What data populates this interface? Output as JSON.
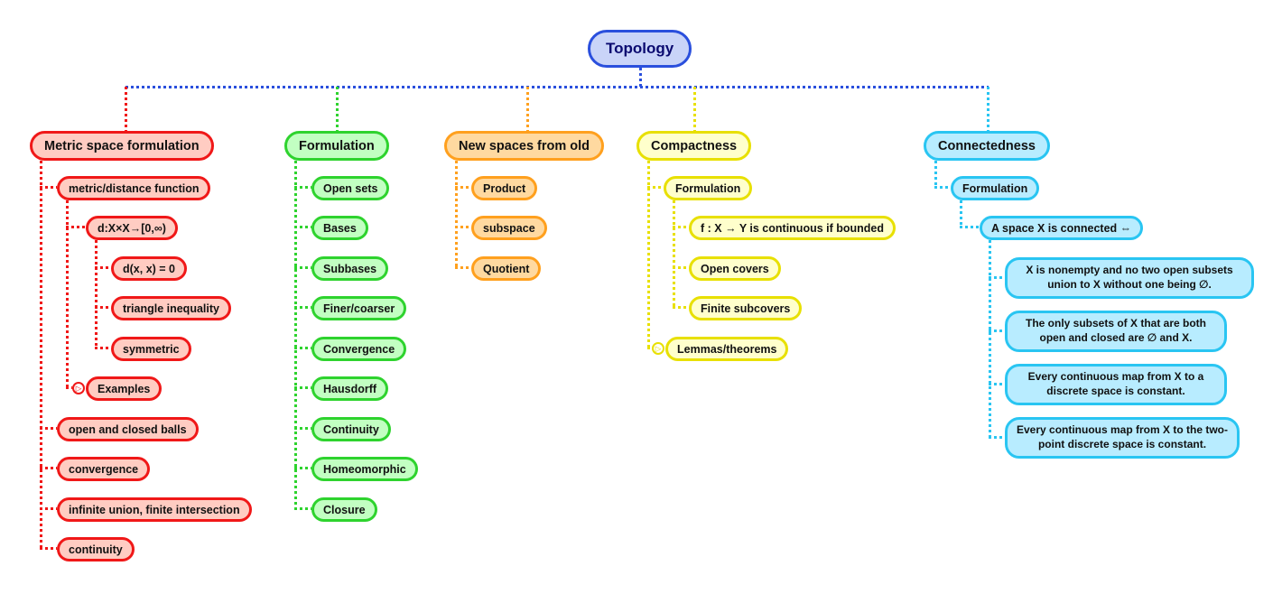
{
  "palette": {
    "connector_blue": "#2a4fdd",
    "root_fill": "#c9d4f8",
    "root_text": "#0a0a70"
  },
  "icons": {
    "collapsed": "▷"
  },
  "root": {
    "label": "Topology"
  },
  "branches": [
    {
      "label": "Metric space formulation",
      "color": "#f01818",
      "fill": "#ffccc2",
      "children": [
        {
          "label": "metric/distance function",
          "children": [
            {
              "label": "d:X×X→[0,∞)",
              "children": [
                {
                  "label": "d(x, x) = 0"
                },
                {
                  "label": "triangle inequality"
                },
                {
                  "label": "symmetric"
                }
              ]
            },
            {
              "label": "Examples",
              "collapsed": true
            }
          ]
        },
        {
          "label": "open and closed balls"
        },
        {
          "label": "convergence"
        },
        {
          "label": "infinite union, finite intersection"
        },
        {
          "label": "continuity"
        }
      ]
    },
    {
      "label": "Formulation",
      "color": "#2ed32e",
      "fill": "#c2ffc2",
      "children": [
        {
          "label": "Open sets"
        },
        {
          "label": "Bases"
        },
        {
          "label": "Subbases"
        },
        {
          "label": "Finer/coarser"
        },
        {
          "label": "Convergence"
        },
        {
          "label": "Hausdorff"
        },
        {
          "label": "Continuity"
        },
        {
          "label": "Homeomorphic"
        },
        {
          "label": "Closure"
        }
      ]
    },
    {
      "label": "New spaces from old",
      "color": "#ffa01e",
      "fill": "#ffd9a0",
      "children": [
        {
          "label": "Product"
        },
        {
          "label": "subspace"
        },
        {
          "label": "Quotient"
        }
      ]
    },
    {
      "label": "Compactness",
      "color": "#e8e000",
      "fill": "#ffffcc",
      "children": [
        {
          "label": "Formulation",
          "children": [
            {
              "label": "f : X → Y is continuous if bounded"
            },
            {
              "label": "Open covers"
            },
            {
              "label": "Finite subcovers"
            }
          ]
        },
        {
          "label": "Lemmas/theorems",
          "collapsed": true
        }
      ]
    },
    {
      "label": "Connectedness",
      "color": "#29c5f2",
      "fill": "#b8ecff",
      "children": [
        {
          "label": "Formulation",
          "children": [
            {
              "label": "A space X is connected ⇔",
              "children": [
                {
                  "label": "X is nonempty and no two open subsets union to X without one being ∅."
                },
                {
                  "label": "The only subsets of X that are both open and closed are ∅ and X."
                },
                {
                  "label": "Every continuous map from X to a discrete space is constant."
                },
                {
                  "label": "Every continuous map from X to the two-point discrete space is constant."
                }
              ]
            }
          ]
        }
      ]
    }
  ]
}
